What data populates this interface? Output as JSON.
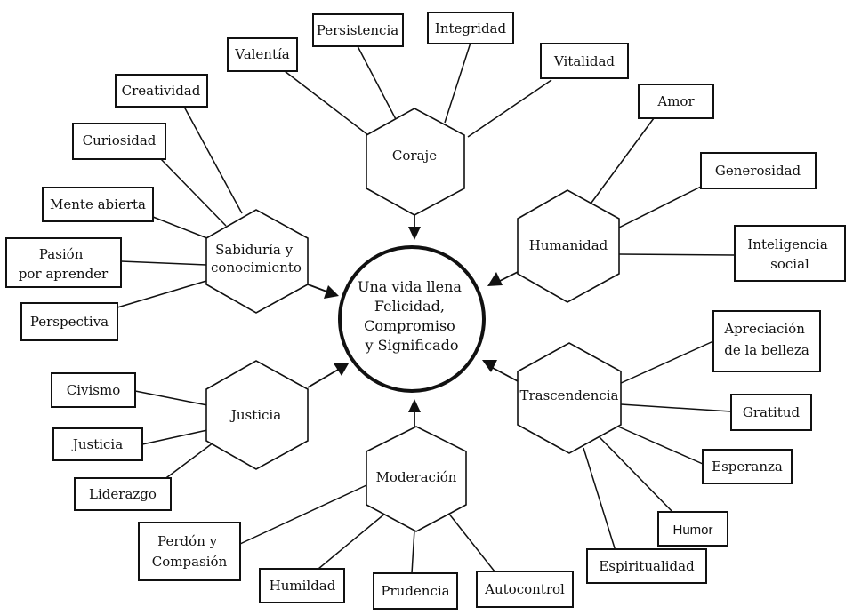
{
  "center": {
    "lines": [
      "Una vida llena",
      "Felicidad,",
      "Compromiso",
      "y Significado"
    ]
  },
  "virtues": {
    "coraje": {
      "lines": [
        "Coraje"
      ]
    },
    "humanidad": {
      "lines": [
        "Humanidad"
      ]
    },
    "sabiduria": {
      "lines": [
        "Sabiduría y",
        "conocimiento"
      ]
    },
    "justicia": {
      "lines": [
        "Justicia"
      ]
    },
    "moderacion": {
      "lines": [
        "Moderación"
      ]
    },
    "trascendencia": {
      "lines": [
        "Trascendencia"
      ]
    }
  },
  "strengths": {
    "valentia": {
      "lines": [
        "Valentía"
      ]
    },
    "persistencia": {
      "lines": [
        "Persistencia"
      ]
    },
    "integridad": {
      "lines": [
        "Integridad"
      ]
    },
    "vitalidad": {
      "lines": [
        "Vitalidad"
      ]
    },
    "amor": {
      "lines": [
        "Amor"
      ]
    },
    "generosidad": {
      "lines": [
        "Generosidad"
      ]
    },
    "inteligencia_social": {
      "lines": [
        "Inteligencia",
        "social"
      ]
    },
    "creatividad": {
      "lines": [
        "Creatividad"
      ]
    },
    "curiosidad": {
      "lines": [
        "Curiosidad"
      ]
    },
    "mente_abierta": {
      "lines": [
        "Mente abierta"
      ]
    },
    "pasion": {
      "lines": [
        "Pasión",
        "por aprender"
      ]
    },
    "perspectiva": {
      "lines": [
        "Perspectiva"
      ]
    },
    "civismo": {
      "lines": [
        "Civismo"
      ]
    },
    "justicia": {
      "lines": [
        "Justicia"
      ]
    },
    "liderazgo": {
      "lines": [
        "Liderazgo"
      ]
    },
    "perdon": {
      "lines": [
        "Perdón y",
        "Compasión"
      ]
    },
    "humildad": {
      "lines": [
        "Humildad"
      ]
    },
    "prudencia": {
      "lines": [
        "Prudencia"
      ]
    },
    "autocontrol": {
      "lines": [
        "Autocontrol"
      ]
    },
    "apreciacion": {
      "lines": [
        "Apreciación",
        "de la belleza"
      ]
    },
    "gratitud": {
      "lines": [
        "Gratitud"
      ]
    },
    "esperanza": {
      "lines": [
        "Esperanza"
      ]
    },
    "humor": {
      "lines": [
        "Humor"
      ]
    },
    "espiritualidad": {
      "lines": [
        "Espiritualidad"
      ]
    }
  }
}
